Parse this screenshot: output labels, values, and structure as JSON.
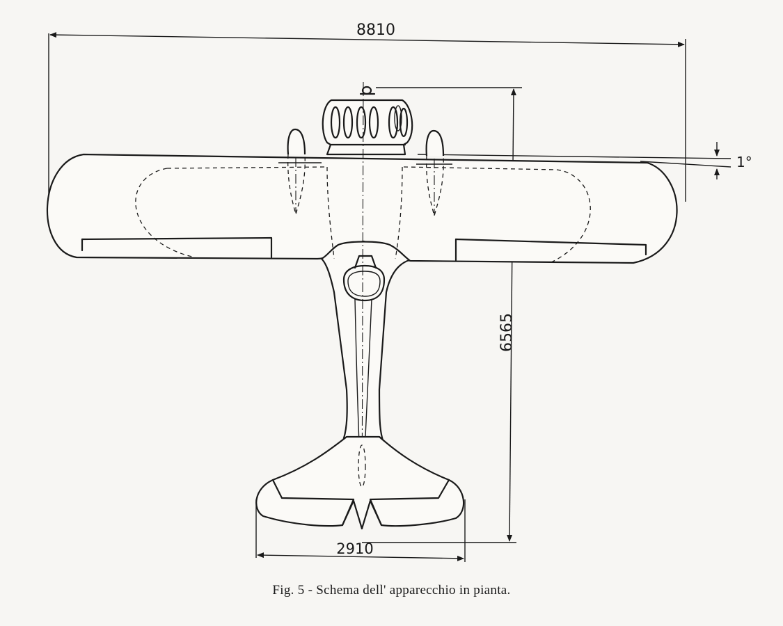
{
  "figure": {
    "dimension_labels": {
      "wingspan": "8810",
      "length": "6565",
      "tail_span": "2910",
      "dihedral_angle": "1°"
    },
    "caption": "Fig. 5 - Schema dell' apparecchio in pianta."
  }
}
